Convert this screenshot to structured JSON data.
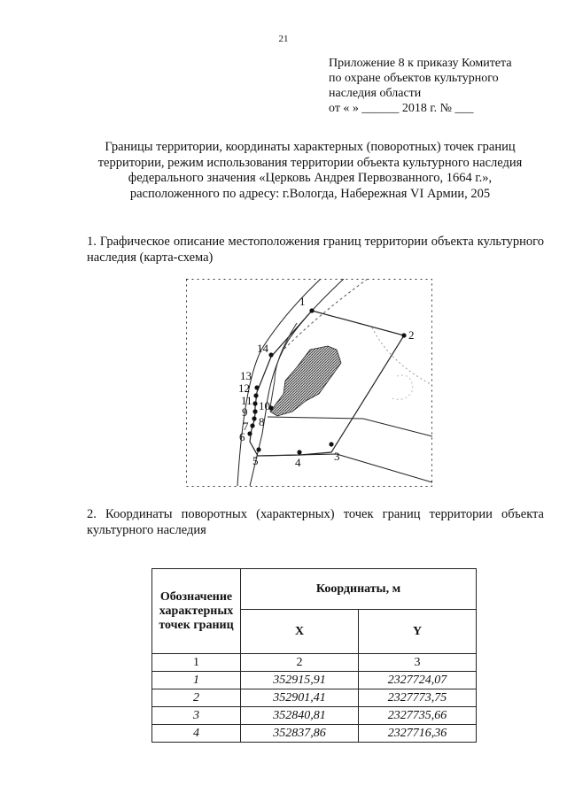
{
  "page_number": "21",
  "appendix": {
    "line1": "Приложение 8 к приказу Комитета",
    "line2": "по охране объектов культурного",
    "line3": "наследия области",
    "line4": "от «      »         ______ 2018 г. № ___"
  },
  "title": {
    "line1": "Границы территории, координаты характерных (поворотных) точек границ",
    "line2": "территории, режим использования территории объекта культурного наследия",
    "line3": "федерального значения «Церковь Андрея Первозванного, 1664 г.»,",
    "line4": "расположенного по адресу: г.Вологда, Набережная  VI Армии, 205"
  },
  "section1": {
    "text": "1. Графическое описание местоположения границ территории объекта культурного наследия (карта-схема)"
  },
  "map": {
    "labels": [
      "1",
      "2",
      "3",
      "4",
      "5",
      "6",
      "7",
      "8",
      "9",
      "10",
      "11",
      "12",
      "13",
      "14"
    ]
  },
  "section2": {
    "text": "2. Координаты поворотных (характерных) точек границ территории объекта культурного наследия"
  },
  "table": {
    "header_designation": "Обозначение характерных точек границ",
    "header_coords": "Координаты, м",
    "header_x": "X",
    "header_y": "Y",
    "col_numbers": [
      "1",
      "2",
      "3"
    ],
    "rows": [
      [
        "1",
        "352915,91",
        "2327724,07"
      ],
      [
        "2",
        "352901,41",
        "2327773,75"
      ],
      [
        "3",
        "352840,81",
        "2327735,66"
      ],
      [
        "4",
        "352837,86",
        "2327716,36"
      ]
    ]
  }
}
